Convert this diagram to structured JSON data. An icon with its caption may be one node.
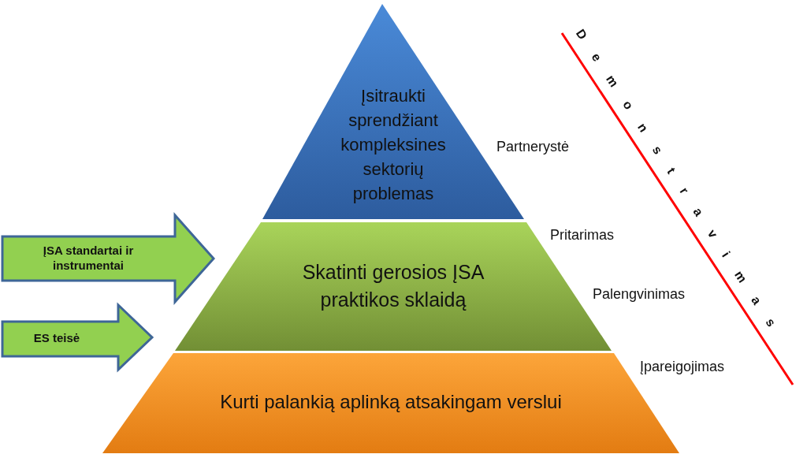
{
  "diagram": {
    "nodes": [
      {
        "text": [
          "Įsitraukti sprendžiant kompleksines sektorių problemas"
        ]
      },
      {
        "text": [
          "Skatinti gerosios ĮSA praktikos sklaidą"
        ]
      },
      {
        "text": [
          "Kurti palankią aplinką atsakingam verslui"
        ]
      }
    ],
    "edges": [
      {
        "from": null,
        "to": 1,
        "arrow": "to",
        "label": "ĮSA standartai ir instrumentai"
      },
      {
        "from": null,
        "to": 1,
        "arrow": "to",
        "label": "ES teisė"
      }
    ],
    "labels": [
      "Partnerystė",
      "Pritarimas",
      "Palengvinimas",
      "Įpareigojimas",
      "Demonstravimas"
    ]
  }
}
